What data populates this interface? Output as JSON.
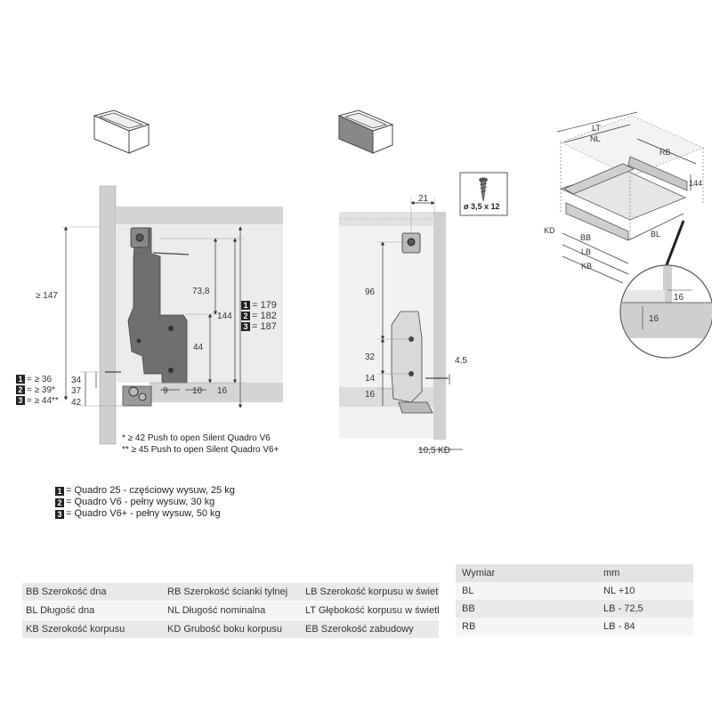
{
  "left_view": {
    "dims": {
      "h147": "≥ 147",
      "d73_8": "73,8",
      "d144": "144",
      "d44": "44",
      "d10": "10",
      "d9": "9",
      "d16": "16",
      "d34": "34",
      "d37": "37",
      "d42": "42"
    },
    "heights_right": [
      {
        "badge": "1",
        "text": "= 179"
      },
      {
        "badge": "2",
        "text": "= 182"
      },
      {
        "badge": "3",
        "text": "= 187"
      }
    ],
    "heights_left": [
      {
        "badge": "1",
        "text": "= ≥ 36"
      },
      {
        "badge": "2",
        "text": "= ≥ 39*"
      },
      {
        "badge": "3",
        "text": "= ≥ 44**"
      }
    ]
  },
  "notes": [
    "*  ≥ 42 Push to open Silent Quadro V6",
    "** ≥ 45 Push to open Silent Quadro V6+"
  ],
  "middle_view": {
    "screw_label": "ø 3,5 x 12",
    "dims": {
      "d21": "21",
      "d96": "96",
      "d32": "32",
      "d14": "14",
      "d16": "16",
      "d4_5": "4,5",
      "d10_5": "10,5",
      "kd": "KD"
    }
  },
  "iso_view": {
    "labels": {
      "lt": "LT",
      "nl": "NL",
      "rb": "RB",
      "h144": "144",
      "kd": "KD",
      "bb": "BB",
      "bl": "BL",
      "lb": "LB",
      "kb": "KB",
      "d16a": "16",
      "d16b": "16"
    }
  },
  "legend": [
    {
      "badge": "1",
      "text": "= Quadro 25 - częściowy wysuw, 25 kg"
    },
    {
      "badge": "2",
      "text": "= Quadro V6 - pełny wysuw, 30 kg"
    },
    {
      "badge": "3",
      "text": "= Quadro V6+ - pełny wysuw, 50 kg"
    }
  ],
  "glossary": [
    [
      "BB Szerokość dna",
      "RB Szerokość ścianki tylnej",
      "LB Szerokość korpusu w świetle"
    ],
    [
      "BL Długość dna",
      "NL Długość nominalna",
      "LT Głębokość korpusu w świetle"
    ],
    [
      "KB Szerokość korpusu",
      "KD Grubość boku korpusu",
      "EB Szerokość zabudowy"
    ]
  ],
  "dimension_table": {
    "headers": [
      "Wymiar",
      "mm"
    ],
    "rows": [
      [
        "BL",
        "NL +10"
      ],
      [
        "BB",
        "LB - 72,5"
      ],
      [
        "RB",
        "LB - 84"
      ]
    ]
  }
}
